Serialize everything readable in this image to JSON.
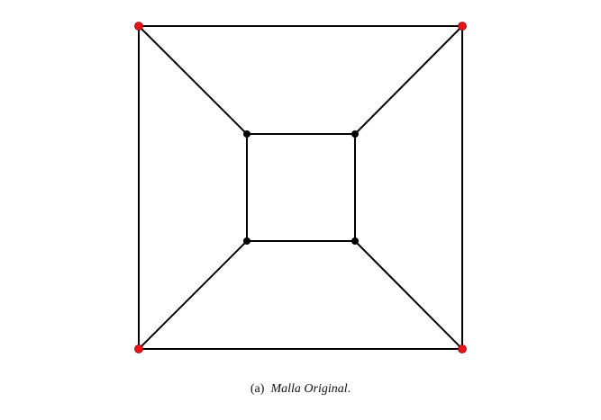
{
  "figure": {
    "caption": {
      "label": "(a)",
      "title": "Malla Original",
      "end": "."
    },
    "colors": {
      "edge": "#000000",
      "boundary_node": "#e8141b",
      "interior_node": "#000000"
    },
    "mesh": {
      "nodes": [
        {
          "id": "n0",
          "type": "boundary"
        },
        {
          "id": "n1",
          "type": "boundary"
        },
        {
          "id": "n2",
          "type": "boundary"
        },
        {
          "id": "n3",
          "type": "boundary"
        },
        {
          "id": "n4",
          "type": "interior"
        },
        {
          "id": "n5",
          "type": "interior"
        },
        {
          "id": "n6",
          "type": "interior"
        },
        {
          "id": "n7",
          "type": "interior"
        }
      ],
      "edges": [
        [
          "n0",
          "n1"
        ],
        [
          "n1",
          "n2"
        ],
        [
          "n2",
          "n3"
        ],
        [
          "n3",
          "n0"
        ],
        [
          "n4",
          "n5"
        ],
        [
          "n5",
          "n6"
        ],
        [
          "n6",
          "n7"
        ],
        [
          "n7",
          "n4"
        ],
        [
          "n0",
          "n4"
        ],
        [
          "n1",
          "n5"
        ],
        [
          "n2",
          "n6"
        ],
        [
          "n3",
          "n7"
        ]
      ]
    }
  }
}
